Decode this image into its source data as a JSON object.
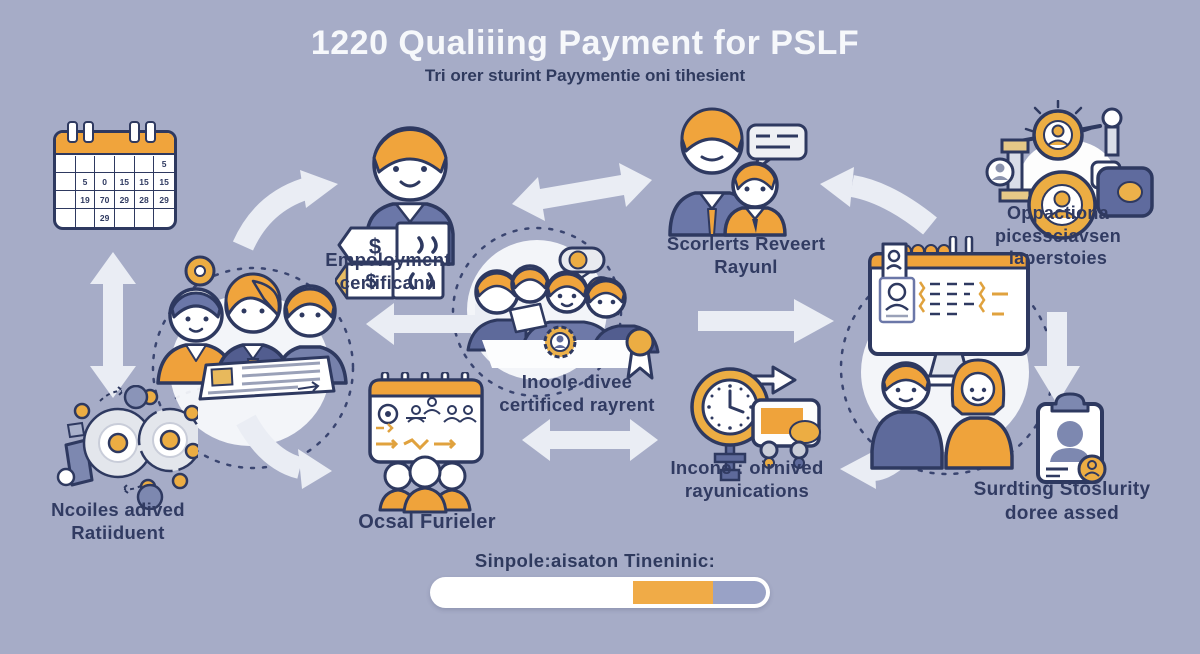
{
  "title": "1220 Qualiiing Payment for PSLF",
  "subtitle": "Tri orer sturint Payymentie oni tihesient",
  "colors": {
    "background": "#a6acc7",
    "accent_orange": "#f0a43c",
    "gold": "#ecad43",
    "navy_outline": "#2e3960",
    "arrow_white": "#eaedf4",
    "label_text": "#313b62"
  },
  "calendar": {
    "cells": [
      "",
      "",
      "",
      "",
      "",
      "5",
      "",
      "5",
      "0",
      "15",
      "15",
      "15",
      "",
      "19",
      "70",
      "29",
      "28",
      "29",
      "",
      "",
      "29",
      "",
      "",
      ""
    ]
  },
  "icons": {
    "dollar": "$"
  },
  "labels": {
    "employment": [
      "Empoloyment",
      "certificann"
    ],
    "review": [
      "Scorlerts Reveert",
      "Rayunl"
    ],
    "operations": [
      "Oppactiona",
      "picessciavsen",
      "laperstoies"
    ],
    "certified": [
      "Inoole divee",
      "certificed rayrent"
    ],
    "income": [
      "Incone : oirnived",
      "rayunications"
    ],
    "modules": [
      "Ncoiles adived",
      "Ratiiduent"
    ],
    "schedule": [
      "Ocsal Furieler"
    ],
    "security": [
      "Surdting Stoslurity",
      "doree assed"
    ]
  },
  "progress": {
    "label": "Sinpole:aisaton Tineninic:",
    "segments": [
      {
        "color": "#ffffff",
        "pct": 60
      },
      {
        "color": "#f0ab47",
        "pct": 24
      },
      {
        "color": "#99a2c6",
        "pct": 16
      }
    ]
  }
}
